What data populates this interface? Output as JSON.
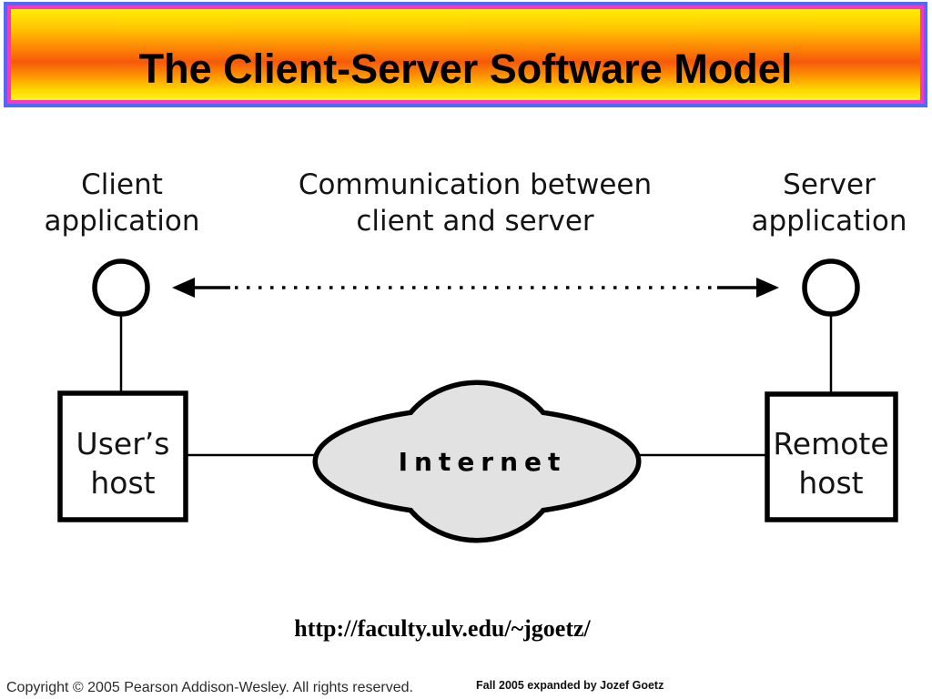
{
  "slide": {
    "title": "The Client-Server Software Model",
    "colors": {
      "banner_border_inner": "#f537cb",
      "banner_border_outer": "#4c6cf5",
      "banner_gradient_top": "#ffee05",
      "banner_gradient_middle": "#f6590b",
      "banner_gradient_bottom": "#fff61b",
      "cloud_fill": "#e2e2e2",
      "line_color": "#000000"
    }
  },
  "diagram": {
    "client_label": [
      "Client",
      "application"
    ],
    "comm_label": [
      "Communication between",
      "client and server"
    ],
    "server_label": [
      "Server",
      "application"
    ],
    "user_host_label": [
      "User’s",
      "host"
    ],
    "remote_host_label": [
      "Remote",
      "host"
    ],
    "internet_label": "Internet"
  },
  "footer": {
    "url": "http://faculty.ulv.edu/~jgoetz/",
    "copyright": "Copyright © 2005 Pearson Addison-Wesley. All rights reserved.",
    "note": "Fall 2005 expanded by Jozef Goetz"
  }
}
